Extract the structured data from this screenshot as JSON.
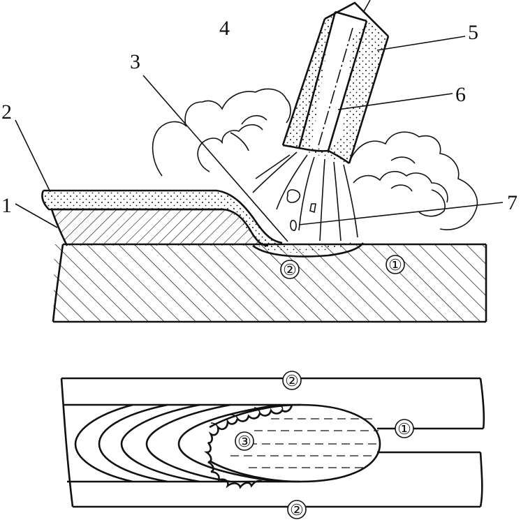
{
  "figure": {
    "side_view": {
      "callouts": [
        {
          "id": "1",
          "text": "1"
        },
        {
          "id": "2",
          "text": "2"
        },
        {
          "id": "3",
          "text": "3"
        },
        {
          "id": "4",
          "text": "4"
        },
        {
          "id": "5",
          "text": "5"
        },
        {
          "id": "6",
          "text": "6"
        },
        {
          "id": "7",
          "text": "7"
        }
      ],
      "zones": {
        "zone_1": "①",
        "zone_2": "②"
      }
    },
    "top_view": {
      "zones": {
        "zone_2_top": "②",
        "zone_1": "①",
        "zone_3": "③",
        "zone_2_bottom": "②"
      }
    }
  },
  "colors": {
    "ink": "#111111",
    "background": "#ffffff"
  }
}
